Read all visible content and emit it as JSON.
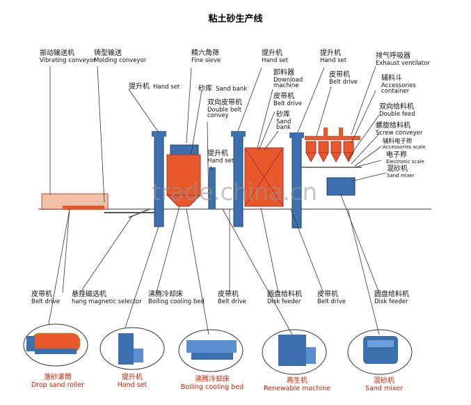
{
  "title": "粘土砂生产线",
  "watermark": "trade.china.cn",
  "top_labels": {
    "vibrating_conveyor": {
      "cn": "振动输送机",
      "en": "Vibrating conveyor"
    },
    "molding_conveyor": {
      "cn": "铸型输送",
      "en": "Molding conveyor"
    },
    "fine_sieve": {
      "cn": "精六角筛",
      "en": "Fine sieve"
    },
    "hand_set_a": {
      "cn": "提升机",
      "en": "Hand set"
    },
    "sand_bank_a": {
      "cn": "砂库",
      "en": "Sand bank"
    },
    "double_belt": {
      "cn": "双向皮带机",
      "en1": "Double belt",
      "en2": "convey"
    },
    "hand_set_b": {
      "cn": "提升机",
      "en": "Hand set"
    },
    "hand_set_c": {
      "cn": "提升机",
      "en": "Hand set"
    },
    "download_machine": {
      "cn": "卸料器",
      "en1": "Download",
      "en2": "machine"
    },
    "belt_drive_a": {
      "cn": "皮带机",
      "en": "Belt drive"
    },
    "sand_bank_b": {
      "cn": "砂库",
      "en1": "Sand",
      "en2": "bank"
    },
    "hand_set_d": {
      "cn": "提升机",
      "en": "Hand set"
    },
    "belt_drive_b": {
      "cn": "皮带机",
      "en": "Belt drive"
    },
    "exhaust": {
      "cn": "排气呼吸器",
      "en": "Exhaust ventilator"
    },
    "accessories": {
      "cn": "辅料斗",
      "en1": "Accessories",
      "en2": "container"
    },
    "double_feed": {
      "cn": "双向给料机",
      "en": "Double feed"
    },
    "screw_conveyer": {
      "cn": "螺旋给料机",
      "en": "Screw conveyer"
    },
    "accessories_scale": {
      "cn": "辅料电子称",
      "en": "Accessories scale"
    },
    "electronic_scale": {
      "cn": "电子称",
      "en": "Electronic scale"
    },
    "sand_mixer_top": {
      "cn": "混砂机",
      "en": "Sand mixer"
    }
  },
  "mid_labels": {
    "belt_drive_1": {
      "cn": "皮带机",
      "en": "Belt drive"
    },
    "hang_magnetic": {
      "cn": "悬挂磁选机",
      "en": "hang magnetic selector"
    },
    "boiling_bed_1": {
      "cn": "沸腾冷却床",
      "en": "Boiling cooling bed"
    },
    "belt_drive_2": {
      "cn": "皮带机",
      "en": "Belt drive"
    },
    "disk_feeder_1": {
      "cn": "圆盘给料机",
      "en": "Disk feeder"
    },
    "belt_drive_3": {
      "cn": "皮带机",
      "en": "Belt drive"
    },
    "disk_feeder_2": {
      "cn": "圆盘给料机",
      "en": "Disk feeder"
    }
  },
  "bottom_labels": {
    "drop_sand_roller": {
      "cn": "落砂滚筒",
      "en": "Drop sand roller"
    },
    "hand_set": {
      "cn": "提升机",
      "en": "Hand set"
    },
    "boiling_bed": {
      "cn": "沸腾冷却床",
      "en": "Boiling cooling bed"
    },
    "renewable": {
      "cn": "再生机",
      "en": "Renewable machine"
    },
    "sand_mixer": {
      "cn": "混砂机",
      "en": "Sand mixer"
    }
  },
  "colors": {
    "machine_orange": "#e8582a",
    "elevator_blue": "#3b6fae",
    "conveyor_gray": "#8a8a8a",
    "accent_red": "#cc2200"
  }
}
